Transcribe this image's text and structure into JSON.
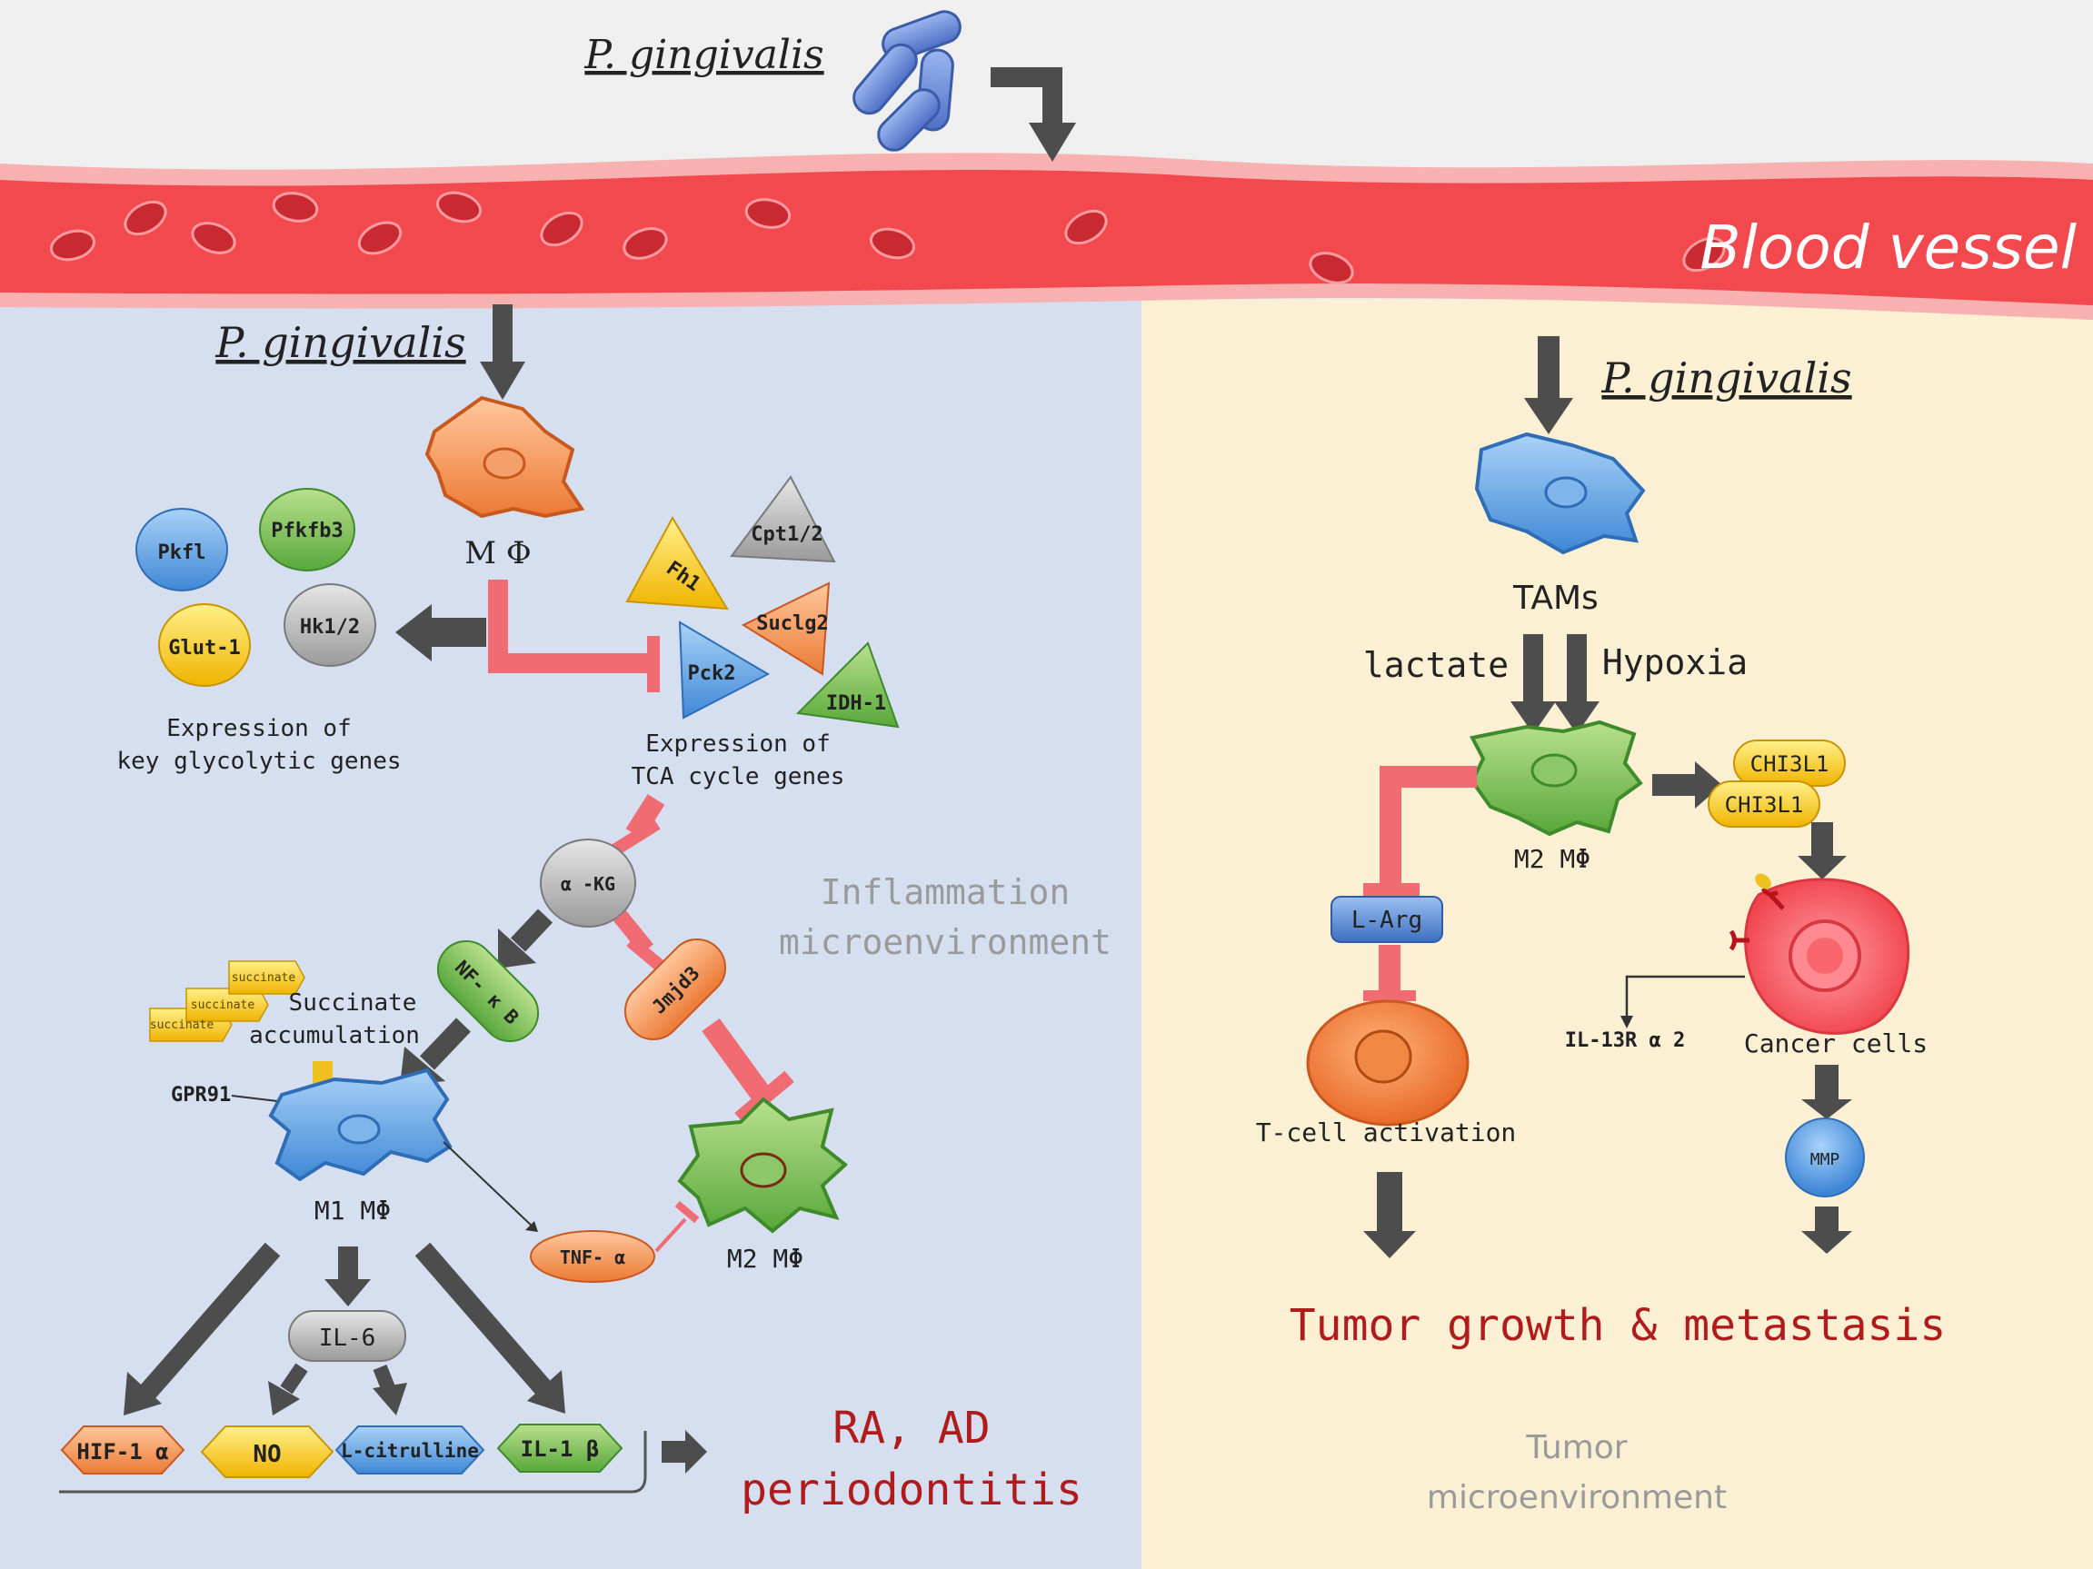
{
  "top": {
    "pathogen": "P. gingivalis"
  },
  "vessel": {
    "label": "Blood vessel"
  },
  "left": {
    "pathogen": "P. gingivalis",
    "macrophage": "M Φ",
    "glycolytic_genes": {
      "pkfl": "Pkfl",
      "pfkfb3": "Pfkfb3",
      "hk12": "Hk1/2",
      "glut1": "Glut-1"
    },
    "glycolytic_caption": [
      "Expression of",
      "key glycolytic genes"
    ],
    "tca_genes": {
      "fh1": "Fh1",
      "cpt12": "Cpt1/2",
      "suclg2": "Suclg2",
      "pck2": "Pck2",
      "idh1": "IDH-1"
    },
    "tca_caption": [
      "Expression of",
      "TCA cycle genes"
    ],
    "akg": "α -KG",
    "nfkb": "NF- κ B",
    "jmjd3": "Jmjd3",
    "succinate_chip": "succinate",
    "succinate_caption": [
      "Succinate",
      "accumulation"
    ],
    "gpr91": "GPR91",
    "m1": "M1 MΦ",
    "m2": "M2 MΦ",
    "tnf": "TNF- α",
    "il6": "IL-6",
    "outputs": {
      "hif": "HIF-1 α",
      "no": "NO",
      "citrulline": "L-citrulline",
      "il1b": "IL-1 β"
    },
    "microenvironment": [
      "Inflammation",
      "microenvironment"
    ],
    "disease": [
      "RA, AD",
      "periodontitis"
    ]
  },
  "right": {
    "pathogen": "P. gingivalis",
    "tams": "TAMs",
    "lactate": "lactate",
    "hypoxia": "Hypoxia",
    "m2": "M2 MΦ",
    "chi3l1": "CHI3L1",
    "larg": "L-Arg",
    "tcell": "T-cell activation",
    "il13": "IL-13R α 2",
    "cancer": "Cancer cells",
    "mmp": "MMP",
    "outcome": "Tumor growth & metastasis",
    "microenvironment": [
      "Tumor",
      "microenvironment"
    ]
  },
  "colors": {
    "vessel": "#f2494f",
    "left_panel": "#d5dff0",
    "right_panel": "#fbf0d4",
    "arrow": "#4d4d4d",
    "inhibit": "#f06b72",
    "outcome_text": "#b01c1c"
  }
}
